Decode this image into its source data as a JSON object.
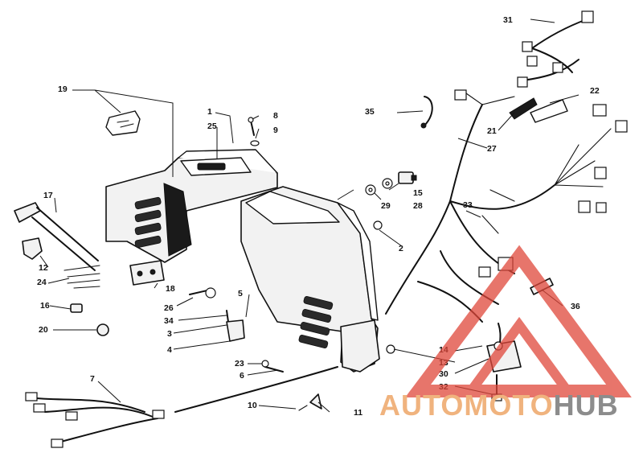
{
  "diagram": {
    "callouts": [
      {
        "id": "c1",
        "label": "1"
      },
      {
        "id": "c2",
        "label": "2"
      },
      {
        "id": "c3",
        "label": "3"
      },
      {
        "id": "c4",
        "label": "4"
      },
      {
        "id": "c5",
        "label": "5"
      },
      {
        "id": "c6",
        "label": "6"
      },
      {
        "id": "c7",
        "label": "7"
      },
      {
        "id": "c8",
        "label": "8"
      },
      {
        "id": "c9",
        "label": "9"
      },
      {
        "id": "c10",
        "label": "10"
      },
      {
        "id": "c11",
        "label": "11"
      },
      {
        "id": "c12",
        "label": "12"
      },
      {
        "id": "c13",
        "label": "13"
      },
      {
        "id": "c14",
        "label": "14"
      },
      {
        "id": "c15",
        "label": "15"
      },
      {
        "id": "c16",
        "label": "16"
      },
      {
        "id": "c17",
        "label": "17"
      },
      {
        "id": "c18",
        "label": "18"
      },
      {
        "id": "c19",
        "label": "19"
      },
      {
        "id": "c20",
        "label": "20"
      },
      {
        "id": "c21",
        "label": "21"
      },
      {
        "id": "c22",
        "label": "22"
      },
      {
        "id": "c23",
        "label": "23"
      },
      {
        "id": "c24",
        "label": "24"
      },
      {
        "id": "c25",
        "label": "25"
      },
      {
        "id": "c26",
        "label": "26"
      },
      {
        "id": "c27",
        "label": "27"
      },
      {
        "id": "c28",
        "label": "28"
      },
      {
        "id": "c29",
        "label": "29"
      },
      {
        "id": "c30",
        "label": "30"
      },
      {
        "id": "c31",
        "label": "31"
      },
      {
        "id": "c32",
        "label": "32"
      },
      {
        "id": "c33",
        "label": "33"
      },
      {
        "id": "c34",
        "label": "34"
      },
      {
        "id": "c35",
        "label": "35"
      },
      {
        "id": "c36",
        "label": "36"
      }
    ]
  },
  "watermark": {
    "part1": "AUTOMOTO",
    "part2": "HUB",
    "colors": {
      "triangle": "#e0473a",
      "text_orange": "#f0b37e",
      "text_grey": "#8c8c8c"
    }
  }
}
